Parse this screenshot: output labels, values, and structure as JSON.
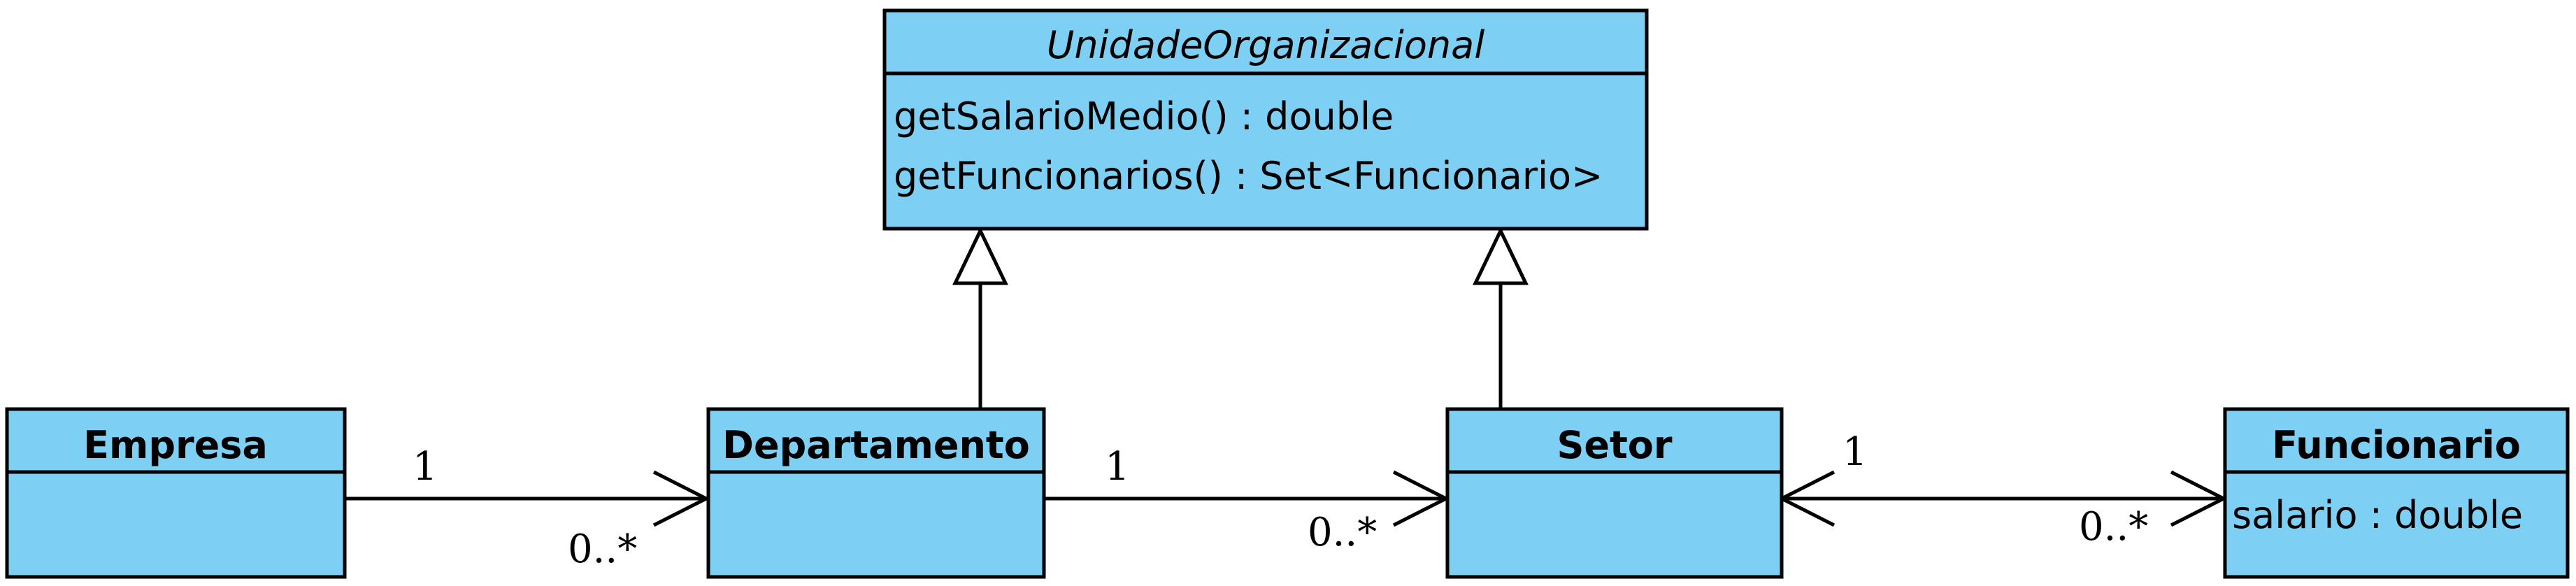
{
  "classes": {
    "unidade": {
      "name": "UnidadeOrganizacional",
      "methods": [
        "getSalarioMedio() : double",
        "getFuncionarios() : Set<Funcionario>"
      ]
    },
    "empresa": {
      "name": "Empresa"
    },
    "departamento": {
      "name": "Departamento"
    },
    "setor": {
      "name": "Setor"
    },
    "funcionario": {
      "name": "Funcionario",
      "attributes": [
        "salario : double"
      ]
    }
  },
  "associations": {
    "empresa_departamento": {
      "source_mult": "1",
      "target_mult": "0..*"
    },
    "departamento_setor": {
      "source_mult": "1",
      "target_mult": "0..*"
    },
    "setor_funcionario": {
      "source_mult": "1",
      "target_mult": "0..*"
    }
  },
  "colors": {
    "class_fill": "#7ecff4",
    "stroke": "#000000"
  }
}
